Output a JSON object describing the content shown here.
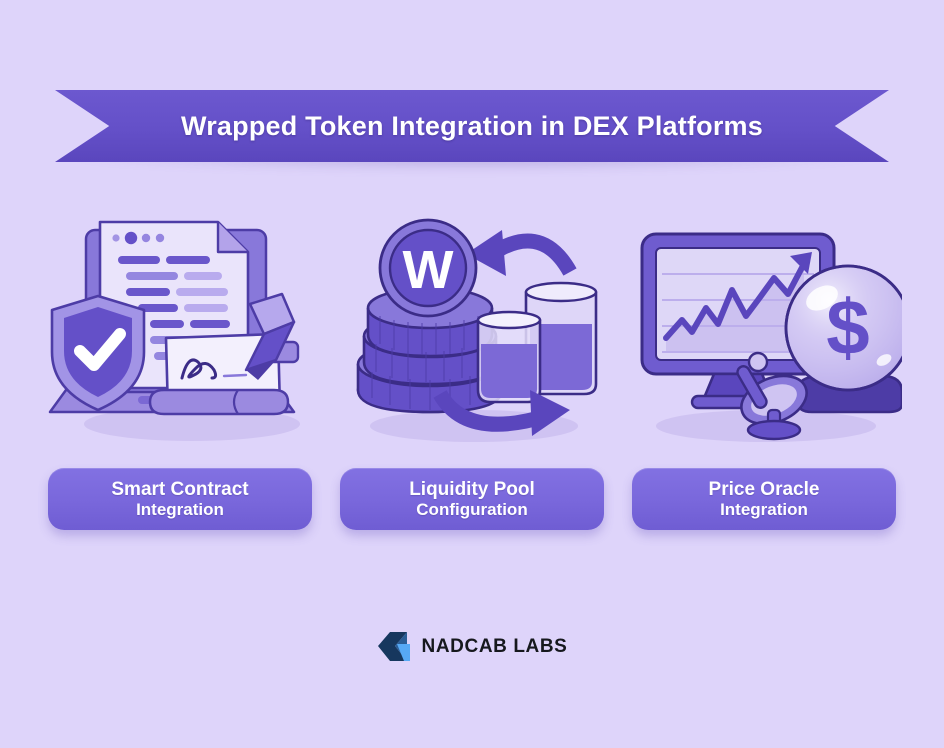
{
  "banner": {
    "title": "Wrapped Token Integration in DEX Platforms",
    "color": "#6450c8"
  },
  "page": {
    "background": "#ded4fa",
    "accent": "#6450c8",
    "pill_color": "#7a68dc"
  },
  "cards": [
    {
      "label_line1": "Smart Contract",
      "label_line2": "Integration",
      "illustration": "contract-document-shield-signature",
      "icon_elements": [
        "document-icon",
        "shield-check-icon",
        "signed-scroll-icon",
        "pen-icon"
      ]
    },
    {
      "label_line1": "Liquidity Pool",
      "label_line2": "Configuration",
      "illustration": "coin-stack-beakers-swap-arrows",
      "coin_symbol": "W",
      "icon_elements": [
        "wrapped-token-coin-icon",
        "coin-stack-icon",
        "beaker-icon",
        "swap-arrows-icon"
      ]
    },
    {
      "label_line1": "Price Oracle",
      "label_line2": "Integration",
      "illustration": "monitor-chart-crystal-ball-satellite",
      "currency_symbol": "$",
      "icon_elements": [
        "monitor-icon",
        "trend-line-chart-icon",
        "crystal-ball-icon",
        "satellite-dish-icon"
      ]
    }
  ],
  "footer": {
    "brand": "NADCAB LABS",
    "logo_dark": "#16375e",
    "logo_mid": "#1f4f86",
    "logo_light": "#57a9f5"
  }
}
